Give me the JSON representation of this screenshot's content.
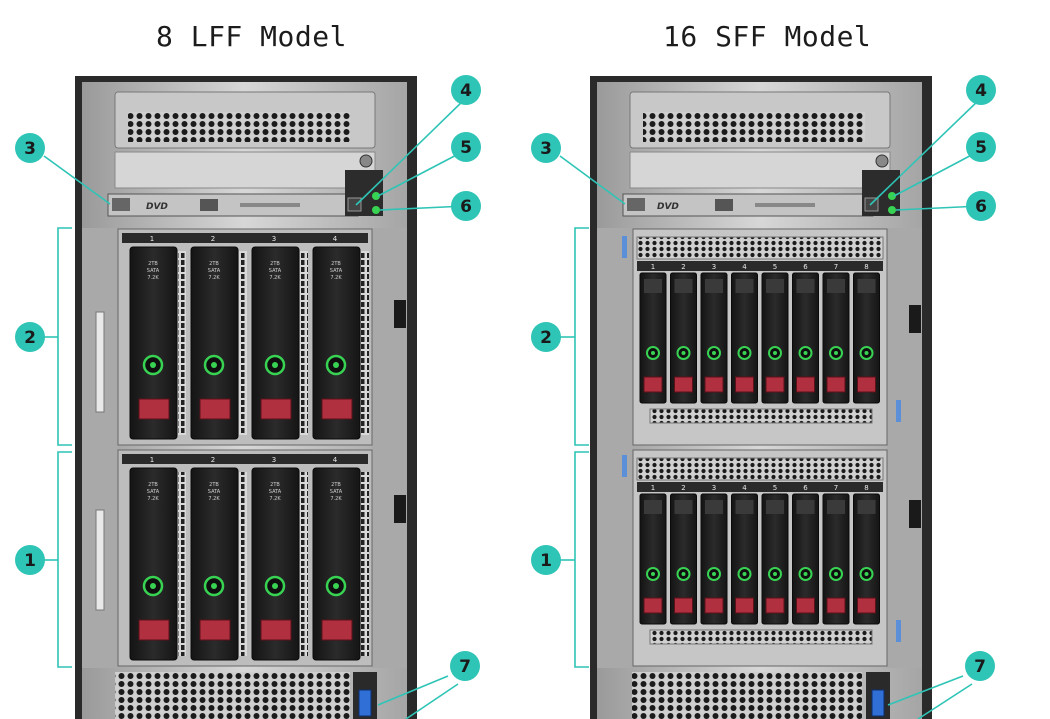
{
  "titles": {
    "left": "8 LFF Model",
    "right": "16 SFF Model"
  },
  "lff": {
    "bay_numbers": [
      "1",
      "2",
      "3",
      "4"
    ],
    "callouts": [
      "1",
      "2",
      "3",
      "4",
      "5",
      "6",
      "7"
    ],
    "drive_label": [
      "2TB",
      "SATA",
      "7.2K"
    ]
  },
  "sff": {
    "bay_numbers": [
      "1",
      "2",
      "3",
      "4",
      "5",
      "6",
      "7",
      "8"
    ],
    "callouts": [
      "1",
      "2",
      "3",
      "4",
      "5",
      "6",
      "7"
    ]
  },
  "optical_label": "DVD",
  "colors": {
    "callout_fill": "#2ec4b6",
    "callout_outline": "#2ec4b6",
    "chassis_dark": "#2a2a2a",
    "chassis_metal": "#b5b5b5",
    "led_green": "#39d353",
    "drive_release": "#b03040",
    "usb_blue": "#2f6fd6"
  }
}
